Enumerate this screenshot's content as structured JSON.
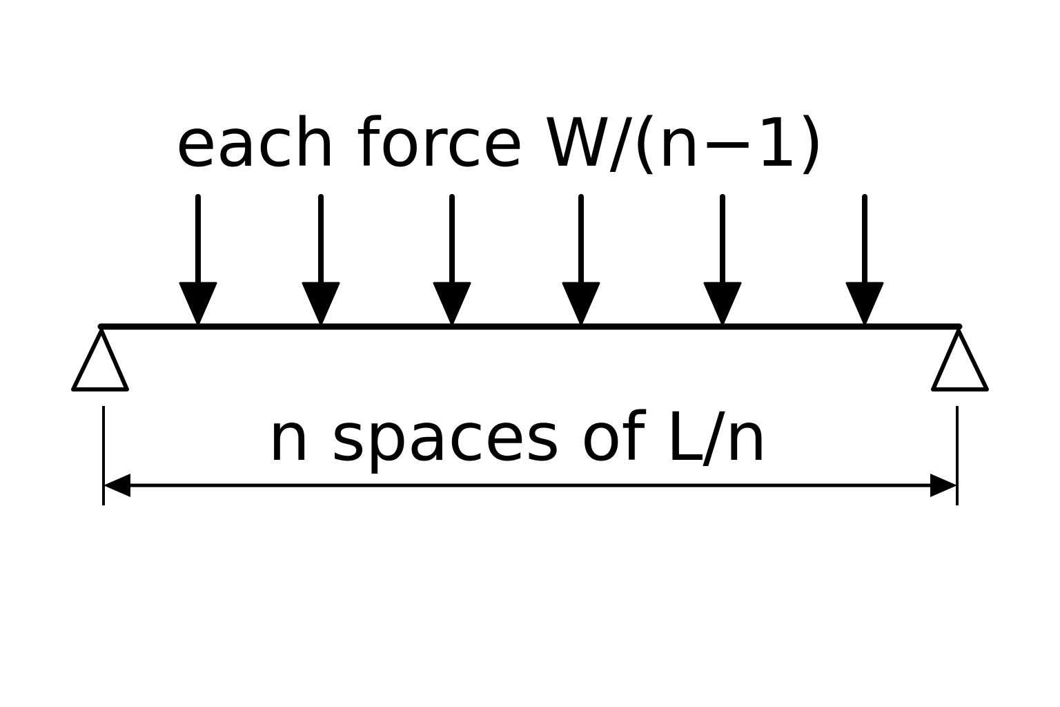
{
  "diagram": {
    "load_label": "each force W/(n−1)",
    "span_label": "n spaces of L/n",
    "force_count": 6,
    "supports": [
      "left-pin",
      "right-pin"
    ],
    "colors": {
      "ink": "#000000",
      "background": "#ffffff"
    }
  }
}
